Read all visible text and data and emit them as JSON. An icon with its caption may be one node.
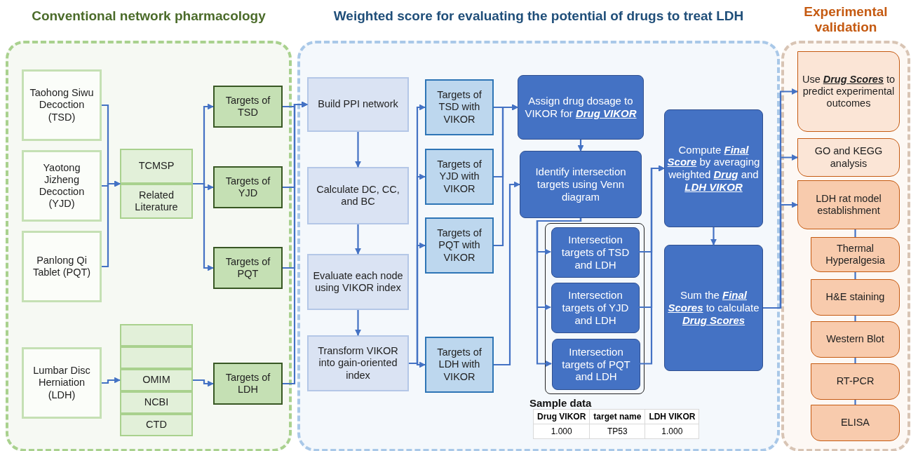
{
  "diagram": {
    "nodes": [
      {
        "text": [
          "Conventional network pharmacology"
        ]
      },
      {
        "text": [
          "Weighted score for evaluating the potential of drugs to treat LDH"
        ]
      },
      {
        "text": [
          "Experimental validation"
        ]
      },
      {
        "text": [
          "Taohong Siwu Decoction (TSD)"
        ],
        "in": 0
      },
      {
        "text": [
          "Yaotong Jizheng Decoction (YJD)"
        ],
        "in": 0
      },
      {
        "text": [
          "Panlong Qi Tablet (PQT)"
        ],
        "in": 0
      },
      {
        "text": [
          "Lumbar Disc Herniation (LDH)"
        ],
        "in": 0
      },
      {
        "text": [],
        "shape": "box",
        "in": 0
      },
      {
        "text": [
          "TCMSP"
        ],
        "in": 7
      },
      {
        "text": [
          "Related Literature"
        ],
        "in": 7
      },
      {
        "text": [],
        "shape": "box",
        "in": 0
      },
      {
        "text": [],
        "shape": "box",
        "in": 10
      },
      {
        "text": [],
        "shape": "box",
        "in": 10
      },
      {
        "text": [
          "OMIM"
        ],
        "in": 10
      },
      {
        "text": [
          "NCBI"
        ],
        "in": 10
      },
      {
        "text": [
          "CTD"
        ],
        "in": 10
      },
      {
        "text": [
          "Targets of TSD"
        ],
        "in": 0
      },
      {
        "text": [
          "Targets of YJD"
        ],
        "in": 0
      },
      {
        "text": [
          "Targets of PQT"
        ],
        "in": 0
      },
      {
        "text": [
          "Targets of LDH"
        ],
        "in": 0
      },
      {
        "text": [
          "Build PPI network"
        ],
        "in": 1
      },
      {
        "text": [
          "Calculate DC, CC, and BC"
        ],
        "in": 1
      },
      {
        "text": [
          "Evaluate each node using VIKOR index"
        ],
        "in": 1
      },
      {
        "text": [
          "Transform VIKOR into gain-oriented index"
        ],
        "in": 1
      },
      {
        "text": [
          "Targets of TSD with VIKOR"
        ],
        "in": 1
      },
      {
        "text": [
          "Targets of YJD with VIKOR"
        ],
        "in": 1
      },
      {
        "text": [
          "Targets of PQT with VIKOR"
        ],
        "in": 1
      },
      {
        "text": [
          "Targets of LDH with VIKOR"
        ],
        "in": 1
      },
      {
        "text": [
          "Assign drug dosage to VIKOR for **Drug VIKOR**"
        ],
        "in": 1
      },
      {
        "text": [
          "Identify intersection targets using Venn diagram"
        ],
        "in": 1
      },
      {
        "text": [],
        "shape": "box",
        "in": 1
      },
      {
        "text": [
          "Intersection targets of TSD and LDH"
        ],
        "in": 30
      },
      {
        "text": [
          "Intersection targets of YJD and LDH"
        ],
        "in": 30
      },
      {
        "text": [
          "Intersection targets of PQT and LDH"
        ],
        "in": 30
      },
      {
        "text": [
          "Compute **Final Score** by averaging weighted **Drug** and **LDH VIKOR**"
        ],
        "in": 1
      },
      {
        "text": [
          "Sum the **Final Scores** to calculate **Drug Scores**"
        ],
        "in": 1
      },
      {
        "text": [
          "Use **Drug Scores** to predict experimental outcomes"
        ],
        "in": 2
      },
      {
        "text": [
          "GO and KEGG analysis"
        ],
        "in": 2
      },
      {
        "text": [
          "LDH rat model establishment"
        ],
        "in": 2
      },
      {
        "text": [
          "Thermal Hyperalgesia"
        ],
        "in": 2
      },
      {
        "text": [
          "H&E staining"
        ],
        "in": 2
      },
      {
        "text": [
          "Western Blot"
        ],
        "in": 2
      },
      {
        "text": [
          "RT-PCR"
        ],
        "in": 2
      },
      {
        "text": [
          "ELISA"
        ],
        "in": 2
      }
    ],
    "edges": [
      {
        "from": 3,
        "to": 7,
        "arrow": "to"
      },
      {
        "from": 4,
        "to": 7,
        "arrow": "to"
      },
      {
        "from": 5,
        "to": 7,
        "arrow": "to"
      },
      {
        "from": 6,
        "to": 10,
        "arrow": "to"
      },
      {
        "from": 7,
        "to": 16,
        "arrow": "to"
      },
      {
        "from": 7,
        "to": 17,
        "arrow": "to"
      },
      {
        "from": 7,
        "to": 18,
        "arrow": "to"
      },
      {
        "from": 10,
        "to": 19,
        "arrow": "to"
      },
      {
        "from": 16,
        "to": 20,
        "arrow": "to"
      },
      {
        "from": 17,
        "to": 20,
        "arrow": "to"
      },
      {
        "from": 18,
        "to": 20,
        "arrow": "to"
      },
      {
        "from": 19,
        "to": 20,
        "arrow": "to"
      },
      {
        "from": 20,
        "to": 21,
        "arrow": "to"
      },
      {
        "from": 21,
        "to": 22,
        "arrow": "to"
      },
      {
        "from": 22,
        "to": 23,
        "arrow": "to"
      },
      {
        "from": 23,
        "to": 24,
        "arrow": "to"
      },
      {
        "from": 23,
        "to": 25,
        "arrow": "to"
      },
      {
        "from": 23,
        "to": 26,
        "arrow": "to"
      },
      {
        "from": 23,
        "to": 27,
        "arrow": "to"
      },
      {
        "from": 24,
        "to": 28,
        "arrow": "to"
      },
      {
        "from": 25,
        "to": 28,
        "arrow": "to"
      },
      {
        "from": 26,
        "to": 28,
        "arrow": "to"
      },
      {
        "from": 28,
        "to": 29,
        "arrow": "to"
      },
      {
        "from": 27,
        "to": 29,
        "arrow": "to"
      },
      {
        "from": 29,
        "to": 31,
        "arrow": "to"
      },
      {
        "from": 29,
        "to": 32,
        "arrow": "to"
      },
      {
        "from": 29,
        "to": 33,
        "arrow": "to"
      },
      {
        "from": 31,
        "to": 34,
        "arrow": "to"
      },
      {
        "from": 32,
        "to": 34,
        "arrow": "to"
      },
      {
        "from": 33,
        "to": 34,
        "arrow": "to"
      },
      {
        "from": 34,
        "to": 35,
        "arrow": "to"
      },
      {
        "from": 35,
        "to": 36,
        "arrow": "to"
      },
      {
        "from": 35,
        "to": 37,
        "arrow": "to"
      },
      {
        "from": 35,
        "to": 38,
        "arrow": "to"
      },
      {
        "from": 38,
        "to": 39,
        "arrow": "none"
      },
      {
        "from": 39,
        "to": 40,
        "arrow": "none"
      },
      {
        "from": 40,
        "to": 41,
        "arrow": "none"
      },
      {
        "from": 41,
        "to": 42,
        "arrow": "none"
      },
      {
        "from": 42,
        "to": 43,
        "arrow": "none"
      }
    ],
    "labels": [
      "Sample data",
      "Drug VIKOR",
      "target name",
      "LDH VIKOR",
      "1.000",
      "TP53",
      "1.000"
    ]
  }
}
